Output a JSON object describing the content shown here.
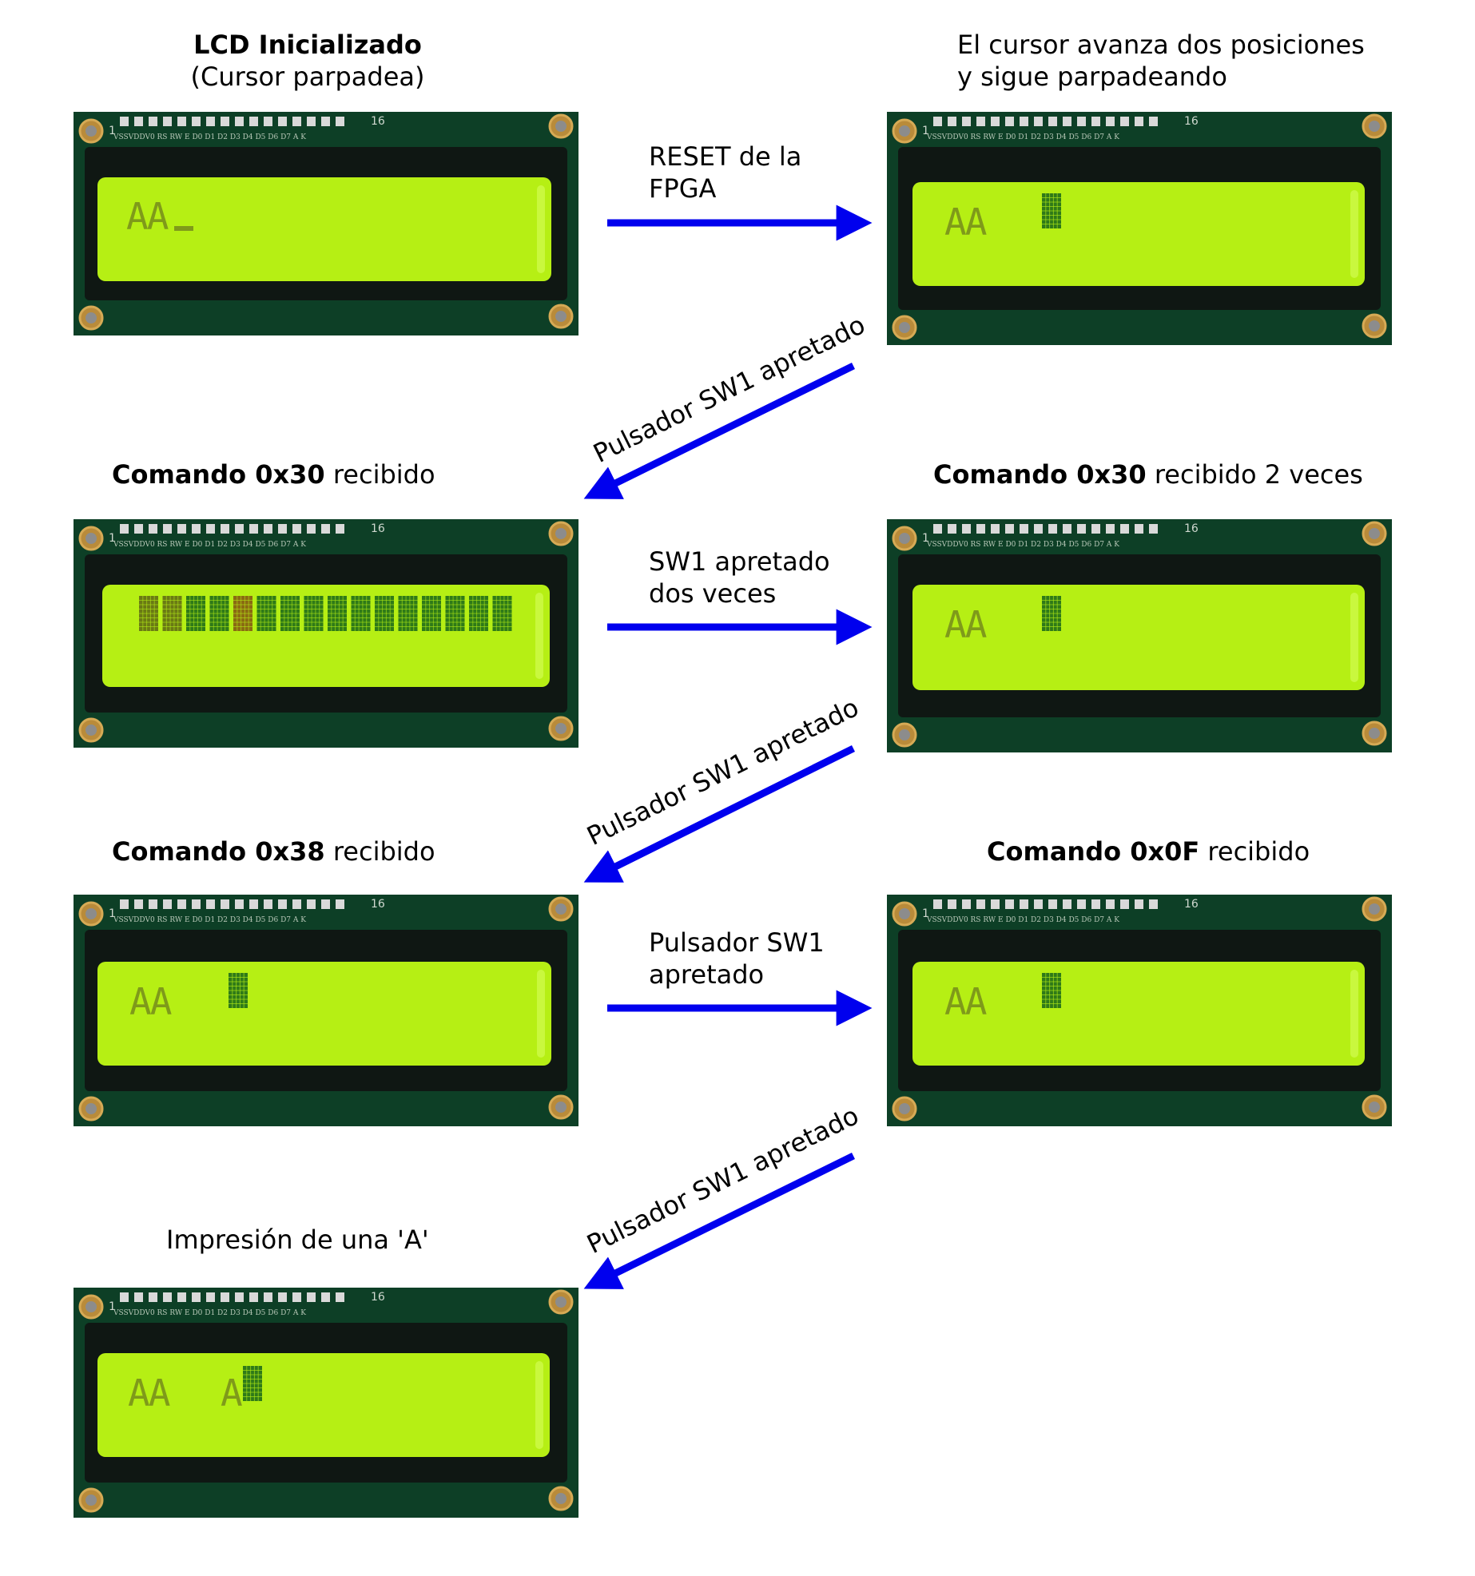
{
  "colors": {
    "arrow": "#0000ee",
    "lcd_board": "#0d3f26",
    "lcd_bezel": "#0f1713",
    "lcd_screen": "#b6ef14",
    "lcd_glyph": "#7f9a1a",
    "lcd_block_dark": "#2f7a18",
    "lcd_block_brown": "#8a6a12"
  },
  "pin_labels": "VSSVDDV0 RS RW  E  D0 D1 D2 D3 D4 D5 D6 D7  A   K",
  "pin_first": "1",
  "pin_last": "16",
  "panels": [
    {
      "id": "p1",
      "title_bold": "LCD Inicializado",
      "title_normal": "",
      "subtitle": "(Cursor parpadea)",
      "display": "AA_"
    },
    {
      "id": "p2",
      "title_bold": "",
      "title_normal": "El cursor avanza dos posiciones",
      "subtitle": "y sigue parpadeando",
      "display": "AA   [cursor]"
    },
    {
      "id": "p3",
      "title_bold": "Comando 0x30",
      "title_normal": " recibido",
      "subtitle": "",
      "display": "[16 blocks]"
    },
    {
      "id": "p4",
      "title_bold": "Comando 0x30",
      "title_normal": " recibido 2 veces",
      "subtitle": "",
      "display": "AA   [cursor]"
    },
    {
      "id": "p5",
      "title_bold": "Comando 0x38",
      "title_normal": " recibido",
      "subtitle": "",
      "display": "AA   [cursor]"
    },
    {
      "id": "p6",
      "title_bold": "Comando 0x0F",
      "title_normal": " recibido",
      "subtitle": "",
      "display": "AA   [cursor]"
    },
    {
      "id": "p7",
      "title_bold": "",
      "title_normal": "Impresión de una 'A'",
      "subtitle": "",
      "display": "AA   A[cursor]"
    }
  ],
  "lcd_text": {
    "aa": "AA",
    "a": "A"
  },
  "arrows": {
    "reset": {
      "line1": "RESET de la",
      "line2": "FPGA"
    },
    "sw1_twice": {
      "line1": "SW1 apretado",
      "line2": "dos veces"
    },
    "sw1_once": {
      "line1": "Pulsador SW1",
      "line2": "apretado"
    },
    "diag1": "Pulsador SW1 apretado",
    "diag2": "Pulsador SW1 apretado",
    "diag3": "Pulsador SW1 apretado"
  }
}
